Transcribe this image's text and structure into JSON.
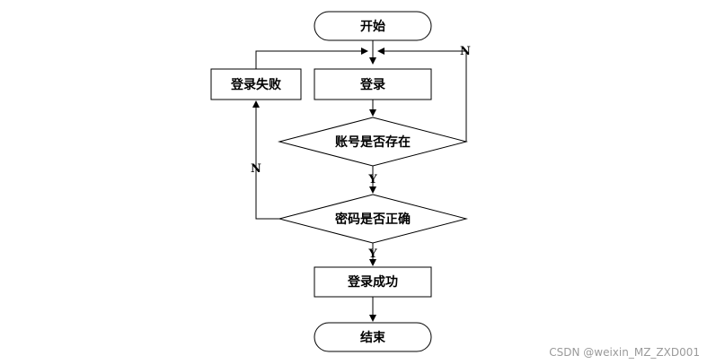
{
  "flowchart": {
    "nodes": {
      "start": "开始",
      "login": "登录",
      "login_fail": "登录失败",
      "check_account": "账号是否存在",
      "check_password": "密码是否正确",
      "login_success": "登录成功",
      "end": "结束"
    },
    "edge_labels": {
      "account_no": "N",
      "account_yes": "Y",
      "password_no": "N",
      "password_yes": "Y"
    }
  },
  "watermark": "CSDN @weixin_MZ_ZXD001"
}
